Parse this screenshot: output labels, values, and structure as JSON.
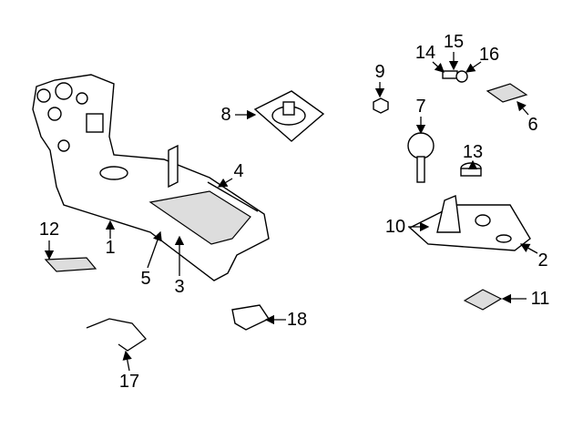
{
  "callouts": [
    {
      "id": "1",
      "text": "1"
    },
    {
      "id": "2",
      "text": "2"
    },
    {
      "id": "3",
      "text": "3"
    },
    {
      "id": "4",
      "text": "4"
    },
    {
      "id": "5",
      "text": "5"
    },
    {
      "id": "6",
      "text": "6"
    },
    {
      "id": "7",
      "text": "7"
    },
    {
      "id": "8",
      "text": "8"
    },
    {
      "id": "9",
      "text": "9"
    },
    {
      "id": "10",
      "text": "10"
    },
    {
      "id": "11",
      "text": "11"
    },
    {
      "id": "12",
      "text": "12"
    },
    {
      "id": "13",
      "text": "13"
    },
    {
      "id": "14",
      "text": "14"
    },
    {
      "id": "15",
      "text": "15"
    },
    {
      "id": "16",
      "text": "16"
    },
    {
      "id": "17",
      "text": "17"
    },
    {
      "id": "18",
      "text": "18"
    }
  ]
}
